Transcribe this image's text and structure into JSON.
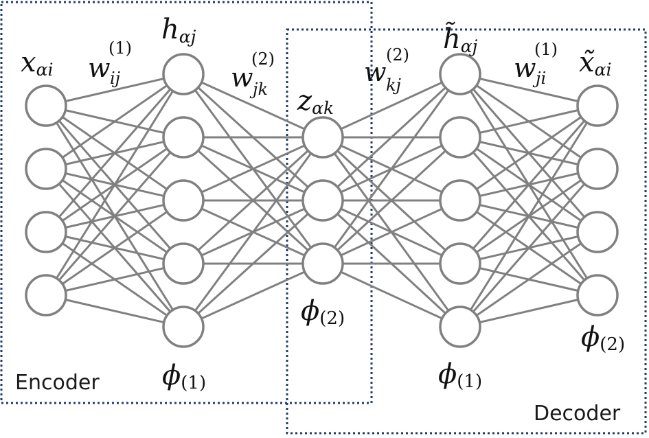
{
  "regions": {
    "encoder": "Encoder",
    "decoder": "Decoder"
  },
  "layers": [
    {
      "name": "input",
      "size": 4
    },
    {
      "name": "encoder-hidden",
      "size": 5
    },
    {
      "name": "latent",
      "size": 3
    },
    {
      "name": "decoder-hidden",
      "size": 5
    },
    {
      "name": "output",
      "size": 4
    }
  ],
  "labels": {
    "input_var": {
      "base": "x",
      "sub": "αi"
    },
    "hidden_var": {
      "base": "h",
      "sub": "αj"
    },
    "latent_var": {
      "base": "z",
      "sub": "αk"
    },
    "dec_hidden_var": {
      "base": "h̃",
      "sub": "αj"
    },
    "output_var": {
      "base": "x̃",
      "sub": "αi"
    },
    "weight_1": {
      "base": "w",
      "sub": "ij",
      "sup": "(1)"
    },
    "weight_2": {
      "base": "w",
      "sub": "jk",
      "sup": "(2)"
    },
    "weight_3": {
      "base": "w",
      "sub": "kj",
      "sup": "(2)"
    },
    "weight_4": {
      "base": "w",
      "sub": "ji",
      "sup": "(1)"
    },
    "act_enc_hidden": {
      "base": "ϕ",
      "sub": "(1)"
    },
    "act_latent": {
      "base": "ϕ",
      "sub": "(2)"
    },
    "act_dec_hidden": {
      "base": "ϕ",
      "sub": "(1)"
    },
    "act_output": {
      "base": "ϕ",
      "sub": "(2)"
    }
  }
}
